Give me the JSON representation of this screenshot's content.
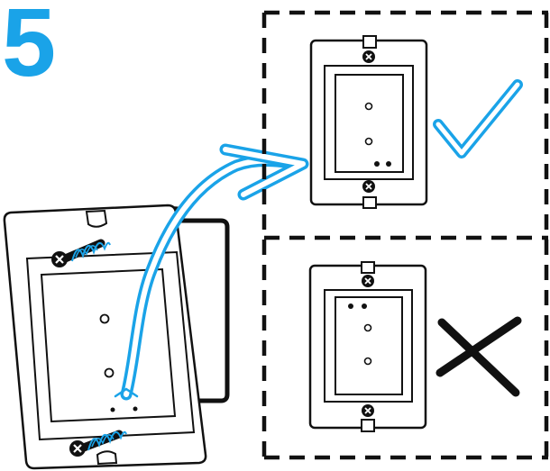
{
  "step": {
    "number": "5"
  },
  "colors": {
    "accent": "#1aa3e8",
    "ink": "#111111",
    "paper": "#ffffff"
  },
  "icons": {
    "correct": "checkmark-icon",
    "incorrect": "x-mark-icon",
    "screw": "screw-icon",
    "direction": "curved-arrow-icon"
  },
  "panels": [
    {
      "id": "correct-orientation",
      "verdict": "correct"
    },
    {
      "id": "incorrect-orientation",
      "verdict": "incorrect"
    }
  ]
}
